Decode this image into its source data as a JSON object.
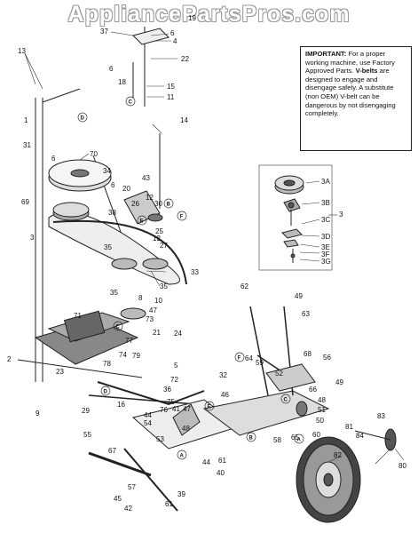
{
  "watermark": "AppliancePartsPros.com",
  "notice": {
    "heading": "IMPORTANT:",
    "text1": "For a proper working machine, use Factory Approved Parts.",
    "bold": "V-belts",
    "text2": "are designed to engage and disengage safely. A substitute (non OEM) V-belt can be dangerous by not disengaging completely."
  },
  "callouts": [
    {
      "id": "c13",
      "text": "13"
    },
    {
      "id": "c1",
      "text": "1"
    },
    {
      "id": "c31",
      "text": "31"
    },
    {
      "id": "c69",
      "text": "69"
    },
    {
      "id": "c3a",
      "text": "3"
    },
    {
      "id": "c2",
      "text": "2"
    },
    {
      "id": "c9",
      "text": "9"
    },
    {
      "id": "c23",
      "text": "23"
    },
    {
      "id": "c37",
      "text": "37"
    },
    {
      "id": "c6a",
      "text": "6"
    },
    {
      "id": "c4",
      "text": "4"
    },
    {
      "id": "c19",
      "text": "19"
    },
    {
      "id": "c22",
      "text": "22"
    },
    {
      "id": "c6b",
      "text": "6"
    },
    {
      "id": "c18",
      "text": "18"
    },
    {
      "id": "c15",
      "text": "15"
    },
    {
      "id": "c11",
      "text": "11"
    },
    {
      "id": "c14",
      "text": "14"
    },
    {
      "id": "c70",
      "text": "70"
    },
    {
      "id": "c34",
      "text": "34"
    },
    {
      "id": "c6c",
      "text": "6"
    },
    {
      "id": "c43",
      "text": "43"
    },
    {
      "id": "c6d",
      "text": "6"
    },
    {
      "id": "c20",
      "text": "20"
    },
    {
      "id": "c12a",
      "text": "12"
    },
    {
      "id": "c30",
      "text": "30"
    },
    {
      "id": "c26",
      "text": "26"
    },
    {
      "id": "c38",
      "text": "38"
    },
    {
      "id": "c25",
      "text": "25"
    },
    {
      "id": "c12b",
      "text": "12"
    },
    {
      "id": "c27",
      "text": "27"
    },
    {
      "id": "c35a",
      "text": "35"
    },
    {
      "id": "c33",
      "text": "33"
    },
    {
      "id": "c35b",
      "text": "35"
    },
    {
      "id": "c35c",
      "text": "35"
    },
    {
      "id": "c8",
      "text": "8"
    },
    {
      "id": "c10",
      "text": "10"
    },
    {
      "id": "c47a",
      "text": "47"
    },
    {
      "id": "c73",
      "text": "73"
    },
    {
      "id": "c71",
      "text": "71"
    },
    {
      "id": "c21",
      "text": "21"
    },
    {
      "id": "c24",
      "text": "24"
    },
    {
      "id": "c77",
      "text": "77"
    },
    {
      "id": "c78",
      "text": "78"
    },
    {
      "id": "c74",
      "text": "74"
    },
    {
      "id": "c79",
      "text": "79"
    },
    {
      "id": "c5",
      "text": "5"
    },
    {
      "id": "c72",
      "text": "72"
    },
    {
      "id": "c36",
      "text": "36"
    },
    {
      "id": "c75",
      "text": "75"
    },
    {
      "id": "c76",
      "text": "76"
    },
    {
      "id": "c16",
      "text": "16"
    },
    {
      "id": "c29",
      "text": "29"
    },
    {
      "id": "c44a",
      "text": "44"
    },
    {
      "id": "c54",
      "text": "54"
    },
    {
      "id": "c41",
      "text": "41"
    },
    {
      "id": "c47b",
      "text": "47"
    },
    {
      "id": "c55",
      "text": "55"
    },
    {
      "id": "c67",
      "text": "67"
    },
    {
      "id": "c53",
      "text": "53"
    },
    {
      "id": "c48a",
      "text": "48"
    },
    {
      "id": "c44b",
      "text": "44"
    },
    {
      "id": "c61a",
      "text": "61"
    },
    {
      "id": "c40",
      "text": "40"
    },
    {
      "id": "c57",
      "text": "57"
    },
    {
      "id": "c45",
      "text": "45"
    },
    {
      "id": "c42",
      "text": "42"
    },
    {
      "id": "c39",
      "text": "39"
    },
    {
      "id": "c61b",
      "text": "61"
    },
    {
      "id": "c62",
      "text": "62"
    },
    {
      "id": "c49a",
      "text": "49"
    },
    {
      "id": "c63",
      "text": "63"
    },
    {
      "id": "c32",
      "text": "32"
    },
    {
      "id": "c64",
      "text": "64"
    },
    {
      "id": "c59",
      "text": "59"
    },
    {
      "id": "c52",
      "text": "52"
    },
    {
      "id": "c68",
      "text": "68"
    },
    {
      "id": "c56",
      "text": "56"
    },
    {
      "id": "c49b",
      "text": "49"
    },
    {
      "id": "c66",
      "text": "66"
    },
    {
      "id": "c48b",
      "text": "48"
    },
    {
      "id": "c51",
      "text": "51"
    },
    {
      "id": "c46",
      "text": "46"
    },
    {
      "id": "c50",
      "text": "50"
    },
    {
      "id": "c60",
      "text": "60"
    },
    {
      "id": "c65",
      "text": "65"
    },
    {
      "id": "c58",
      "text": "58"
    },
    {
      "id": "c83",
      "text": "83"
    },
    {
      "id": "c81",
      "text": "81"
    },
    {
      "id": "c84",
      "text": "84"
    },
    {
      "id": "c82",
      "text": "82"
    },
    {
      "id": "c80",
      "text": "80"
    },
    {
      "id": "i3a",
      "text": "3A"
    },
    {
      "id": "i3b",
      "text": "3B"
    },
    {
      "id": "i3c",
      "text": "3C"
    },
    {
      "id": "i3d",
      "text": "3D"
    },
    {
      "id": "i3e",
      "text": "3E"
    },
    {
      "id": "i3f",
      "text": "3F"
    },
    {
      "id": "i3g",
      "text": "3G"
    },
    {
      "id": "i3",
      "text": "3"
    }
  ],
  "reference_letters": [
    {
      "id": "rD1",
      "text": "D"
    },
    {
      "id": "rC1",
      "text": "C"
    },
    {
      "id": "rB1",
      "text": "B"
    },
    {
      "id": "rE1",
      "text": "E"
    },
    {
      "id": "rF",
      "text": "F"
    },
    {
      "id": "rC2",
      "text": "C"
    },
    {
      "id": "rD2",
      "text": "D"
    },
    {
      "id": "rA1",
      "text": "A"
    },
    {
      "id": "rF2",
      "text": "F"
    },
    {
      "id": "rE2",
      "text": "E"
    },
    {
      "id": "rC3",
      "text": "C"
    },
    {
      "id": "rB2",
      "text": "B"
    },
    {
      "id": "rA2",
      "text": "A"
    }
  ]
}
